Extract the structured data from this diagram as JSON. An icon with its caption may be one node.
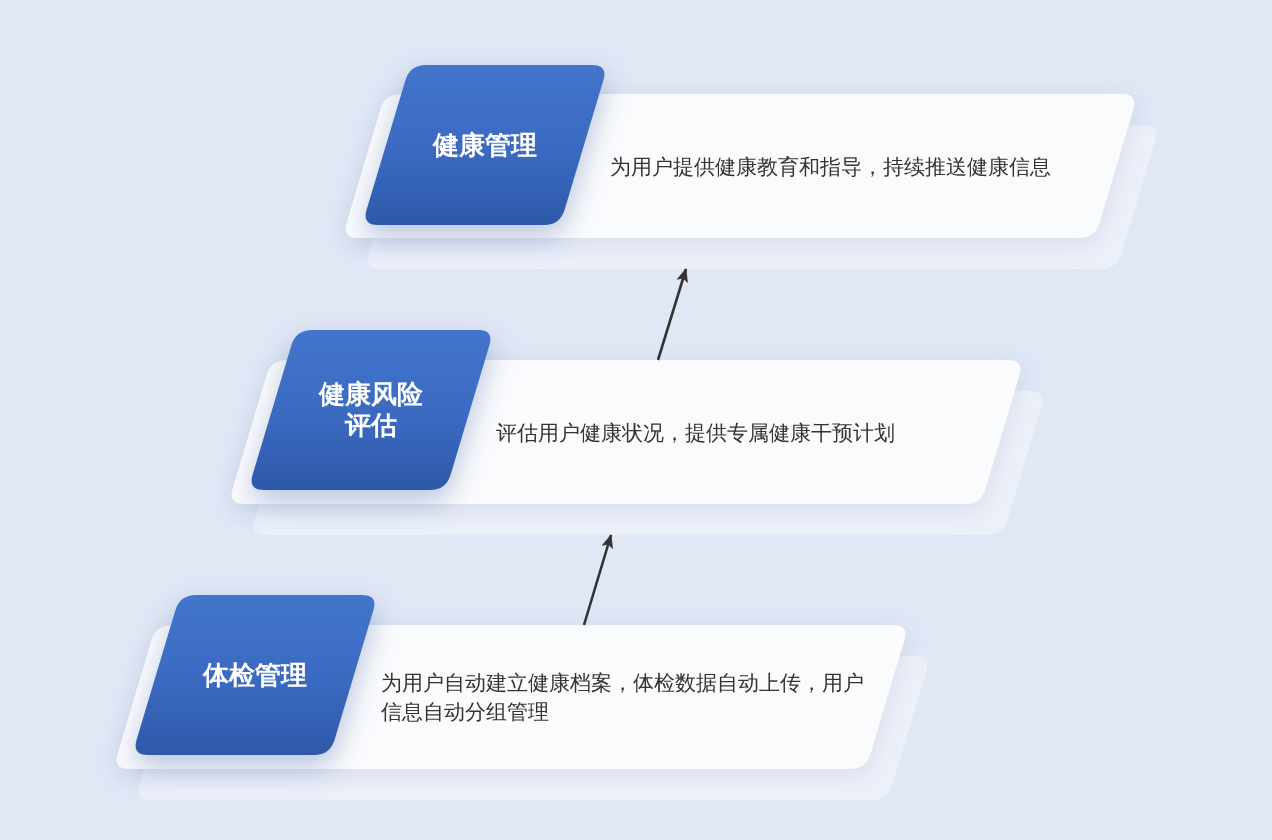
{
  "diagram": {
    "nodes": [
      {
        "text": [
          "健康管理"
        ]
      },
      {
        "text": [
          "为用户提供健康教育和指导，持续推送健康信息"
        ]
      },
      {
        "text": [
          "健康风险评估"
        ]
      },
      {
        "text": [
          "评估用户健康状况，提供专属健康干预计划"
        ]
      },
      {
        "text": [
          "体检管理"
        ]
      },
      {
        "text": [
          "为用户自动建立健康档案，体检数据自动上传，用户信息自动分组管理"
        ]
      }
    ],
    "edges": [
      {
        "from": 5,
        "to": 3,
        "arrow": "to"
      },
      {
        "from": 3,
        "to": 1,
        "arrow": "to"
      }
    ]
  }
}
